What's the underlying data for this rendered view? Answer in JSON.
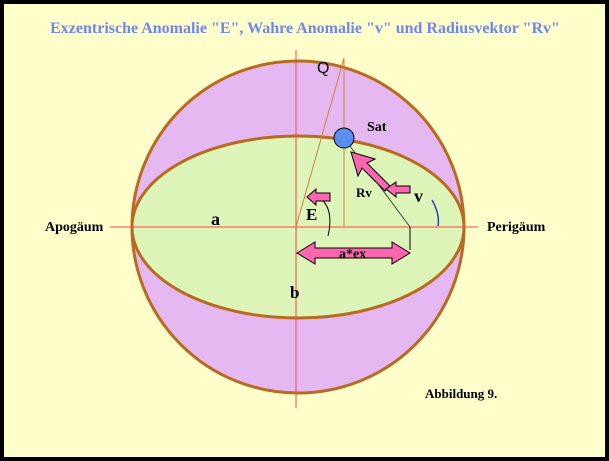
{
  "title": "Exzentrische Anomalie \"E\", Wahre Anomalie \"v\"  und Radiusvektor \"Rv\"",
  "labels": {
    "q": "Q",
    "sat": "Sat",
    "rv": "Rv",
    "v": "v",
    "e": "E",
    "a": "a",
    "aex": "a*ex",
    "b": "b",
    "apogee": "Apogäum",
    "perigee": "Perigäum"
  },
  "caption": "Abbildung 9.",
  "colors": {
    "page_bg": "#ffffcc",
    "frame": "#000000",
    "title": "#6f86ee",
    "circle_fill": "#e6b8f2",
    "ellipse_fill": "#ddf5b8",
    "outline": "#b86a1f",
    "axis": "#ff4444",
    "construction": "#d07f3a",
    "arrow": "#ff66b0",
    "satellite": "#5a8ef0",
    "angle_arc": "#2244cc"
  }
}
